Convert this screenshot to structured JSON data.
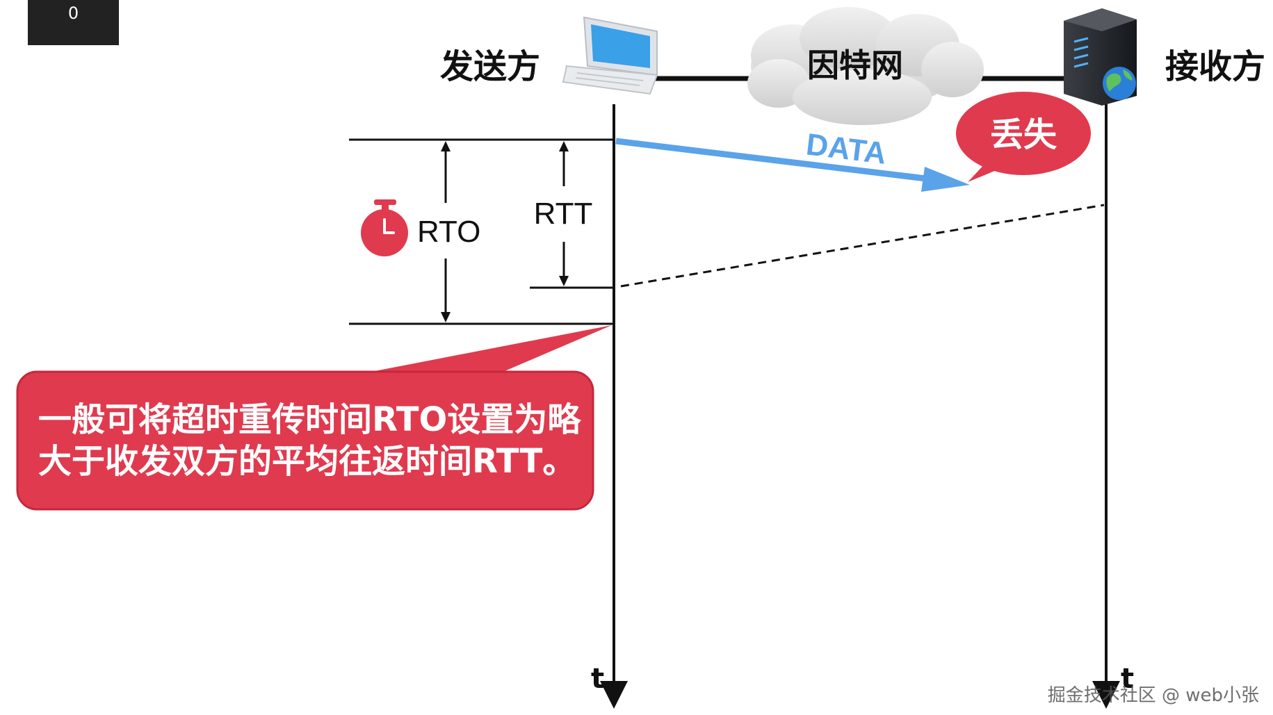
{
  "counter": "0",
  "diagram": {
    "sender_label": "发送方",
    "receiver_label": "接收方",
    "network_label": "因特网",
    "data_label": "DATA",
    "lost_label": "丢失",
    "rto_label": "RTO",
    "rtt_label": "RTT",
    "time_label_sender": "t",
    "time_label_receiver": "t",
    "callout_line1": "一般可将超时重传时间RTO设置为略",
    "callout_line2": "大于收发双方的平均往返时间RTT。"
  },
  "colors": {
    "accent_red": "#e03a4e",
    "arrow_blue": "#5aa3e8",
    "line_black": "#111111"
  },
  "icons": {
    "sender": "laptop-icon",
    "receiver": "server-globe-icon",
    "timer": "stopwatch-icon"
  },
  "watermark": "掘金技术社区 @ web小张"
}
